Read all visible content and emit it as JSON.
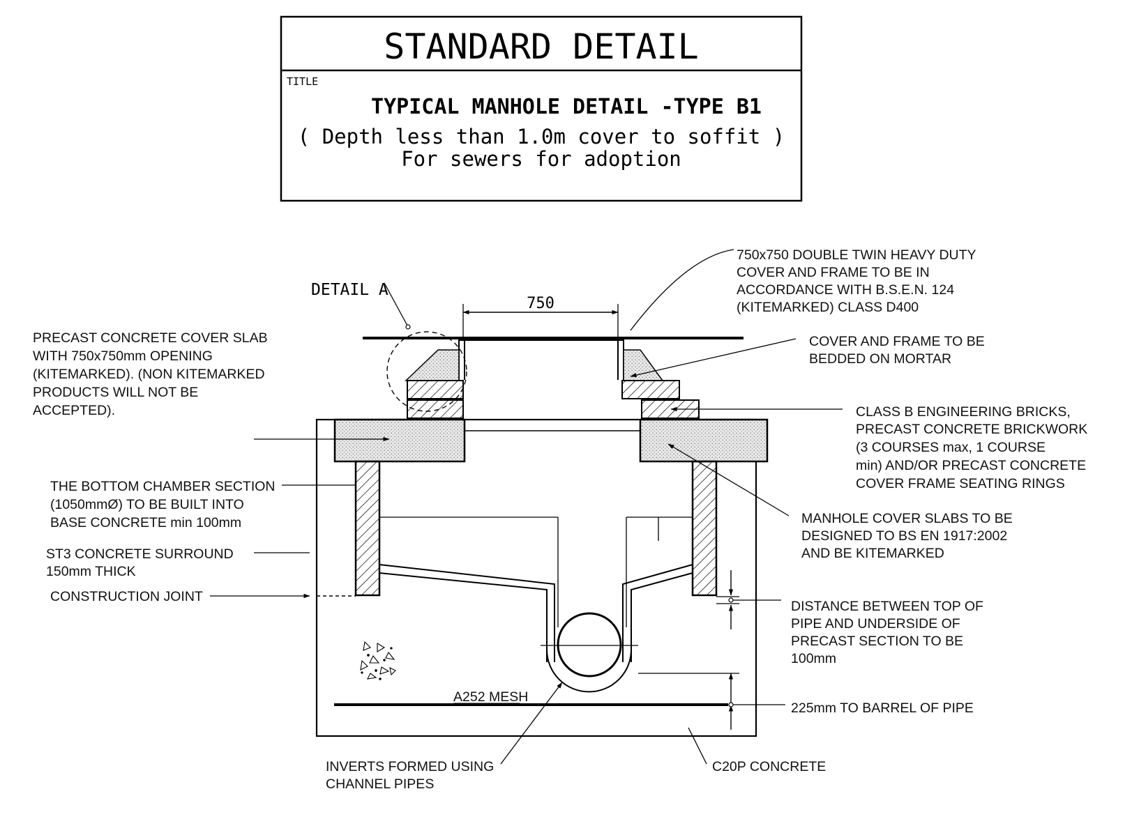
{
  "header": {
    "main_title": "STANDARD DETAIL",
    "title_tag": "TITLE",
    "subtitle": "TYPICAL MANHOLE DETAIL -TYPE B1",
    "desc_line1": "( Depth less than 1.0m cover to soffit )",
    "desc_line2": "For sewers for adoption"
  },
  "dimensions": {
    "opening": "750",
    "mesh": "A252 MESH"
  },
  "labels": {
    "detail_a": "DETAIL A",
    "cover_spec": [
      "750x750 DOUBLE TWIN HEAVY DUTY",
      "COVER AND FRAME TO BE IN",
      "ACCORDANCE WITH B.S.E.N. 124",
      "(KITEMARKED) CLASS D400"
    ],
    "bedded": [
      "COVER AND FRAME TO BE",
      "BEDDED ON MORTAR"
    ],
    "bricks": [
      "CLASS B ENGINEERING BRICKS,",
      "PRECAST CONCRETE BRICKWORK",
      "(3 COURSES max, 1 COURSE",
      "min) AND/OR PRECAST CONCRETE",
      "COVER FRAME SEATING RINGS"
    ],
    "cover_slabs": [
      "MANHOLE COVER SLABS TO BE",
      "DESIGNED TO BS EN 1917:2002",
      "AND BE KITEMARKED"
    ],
    "distance": [
      "DISTANCE BETWEEN TOP OF",
      "PIPE AND UNDERSIDE OF",
      "PRECAST SECTION TO BE",
      "100mm"
    ],
    "barrel": "225mm TO BARREL OF PIPE",
    "c20p": "C20P CONCRETE",
    "inverts": [
      "INVERTS FORMED USING",
      "CHANNEL PIPES"
    ],
    "precast_slab": [
      "PRECAST CONCRETE COVER SLAB",
      "WITH 750x750mm OPENING",
      "(KITEMARKED). (NON KITEMARKED",
      "PRODUCTS WILL NOT BE",
      "ACCEPTED)."
    ],
    "bottom_chamber": [
      "THE BOTTOM CHAMBER SECTION",
      "(1050mmØ) TO BE BUILT INTO",
      "BASE CONCRETE min 100mm"
    ],
    "st3": [
      "ST3 CONCRETE SURROUND",
      "150mm THICK"
    ],
    "joint": "CONSTRUCTION JOINT"
  }
}
